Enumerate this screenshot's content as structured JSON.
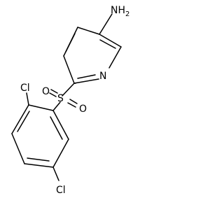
{
  "molecule": {
    "atoms": {
      "amine": "NH2",
      "amine_main": "NH",
      "amine_sub": "2",
      "ring_nitrogen": "N",
      "sulfur": "S",
      "oxygen_left": "O",
      "oxygen_right": "O",
      "chlorine_top": "Cl",
      "chlorine_bottom": "Cl"
    }
  }
}
